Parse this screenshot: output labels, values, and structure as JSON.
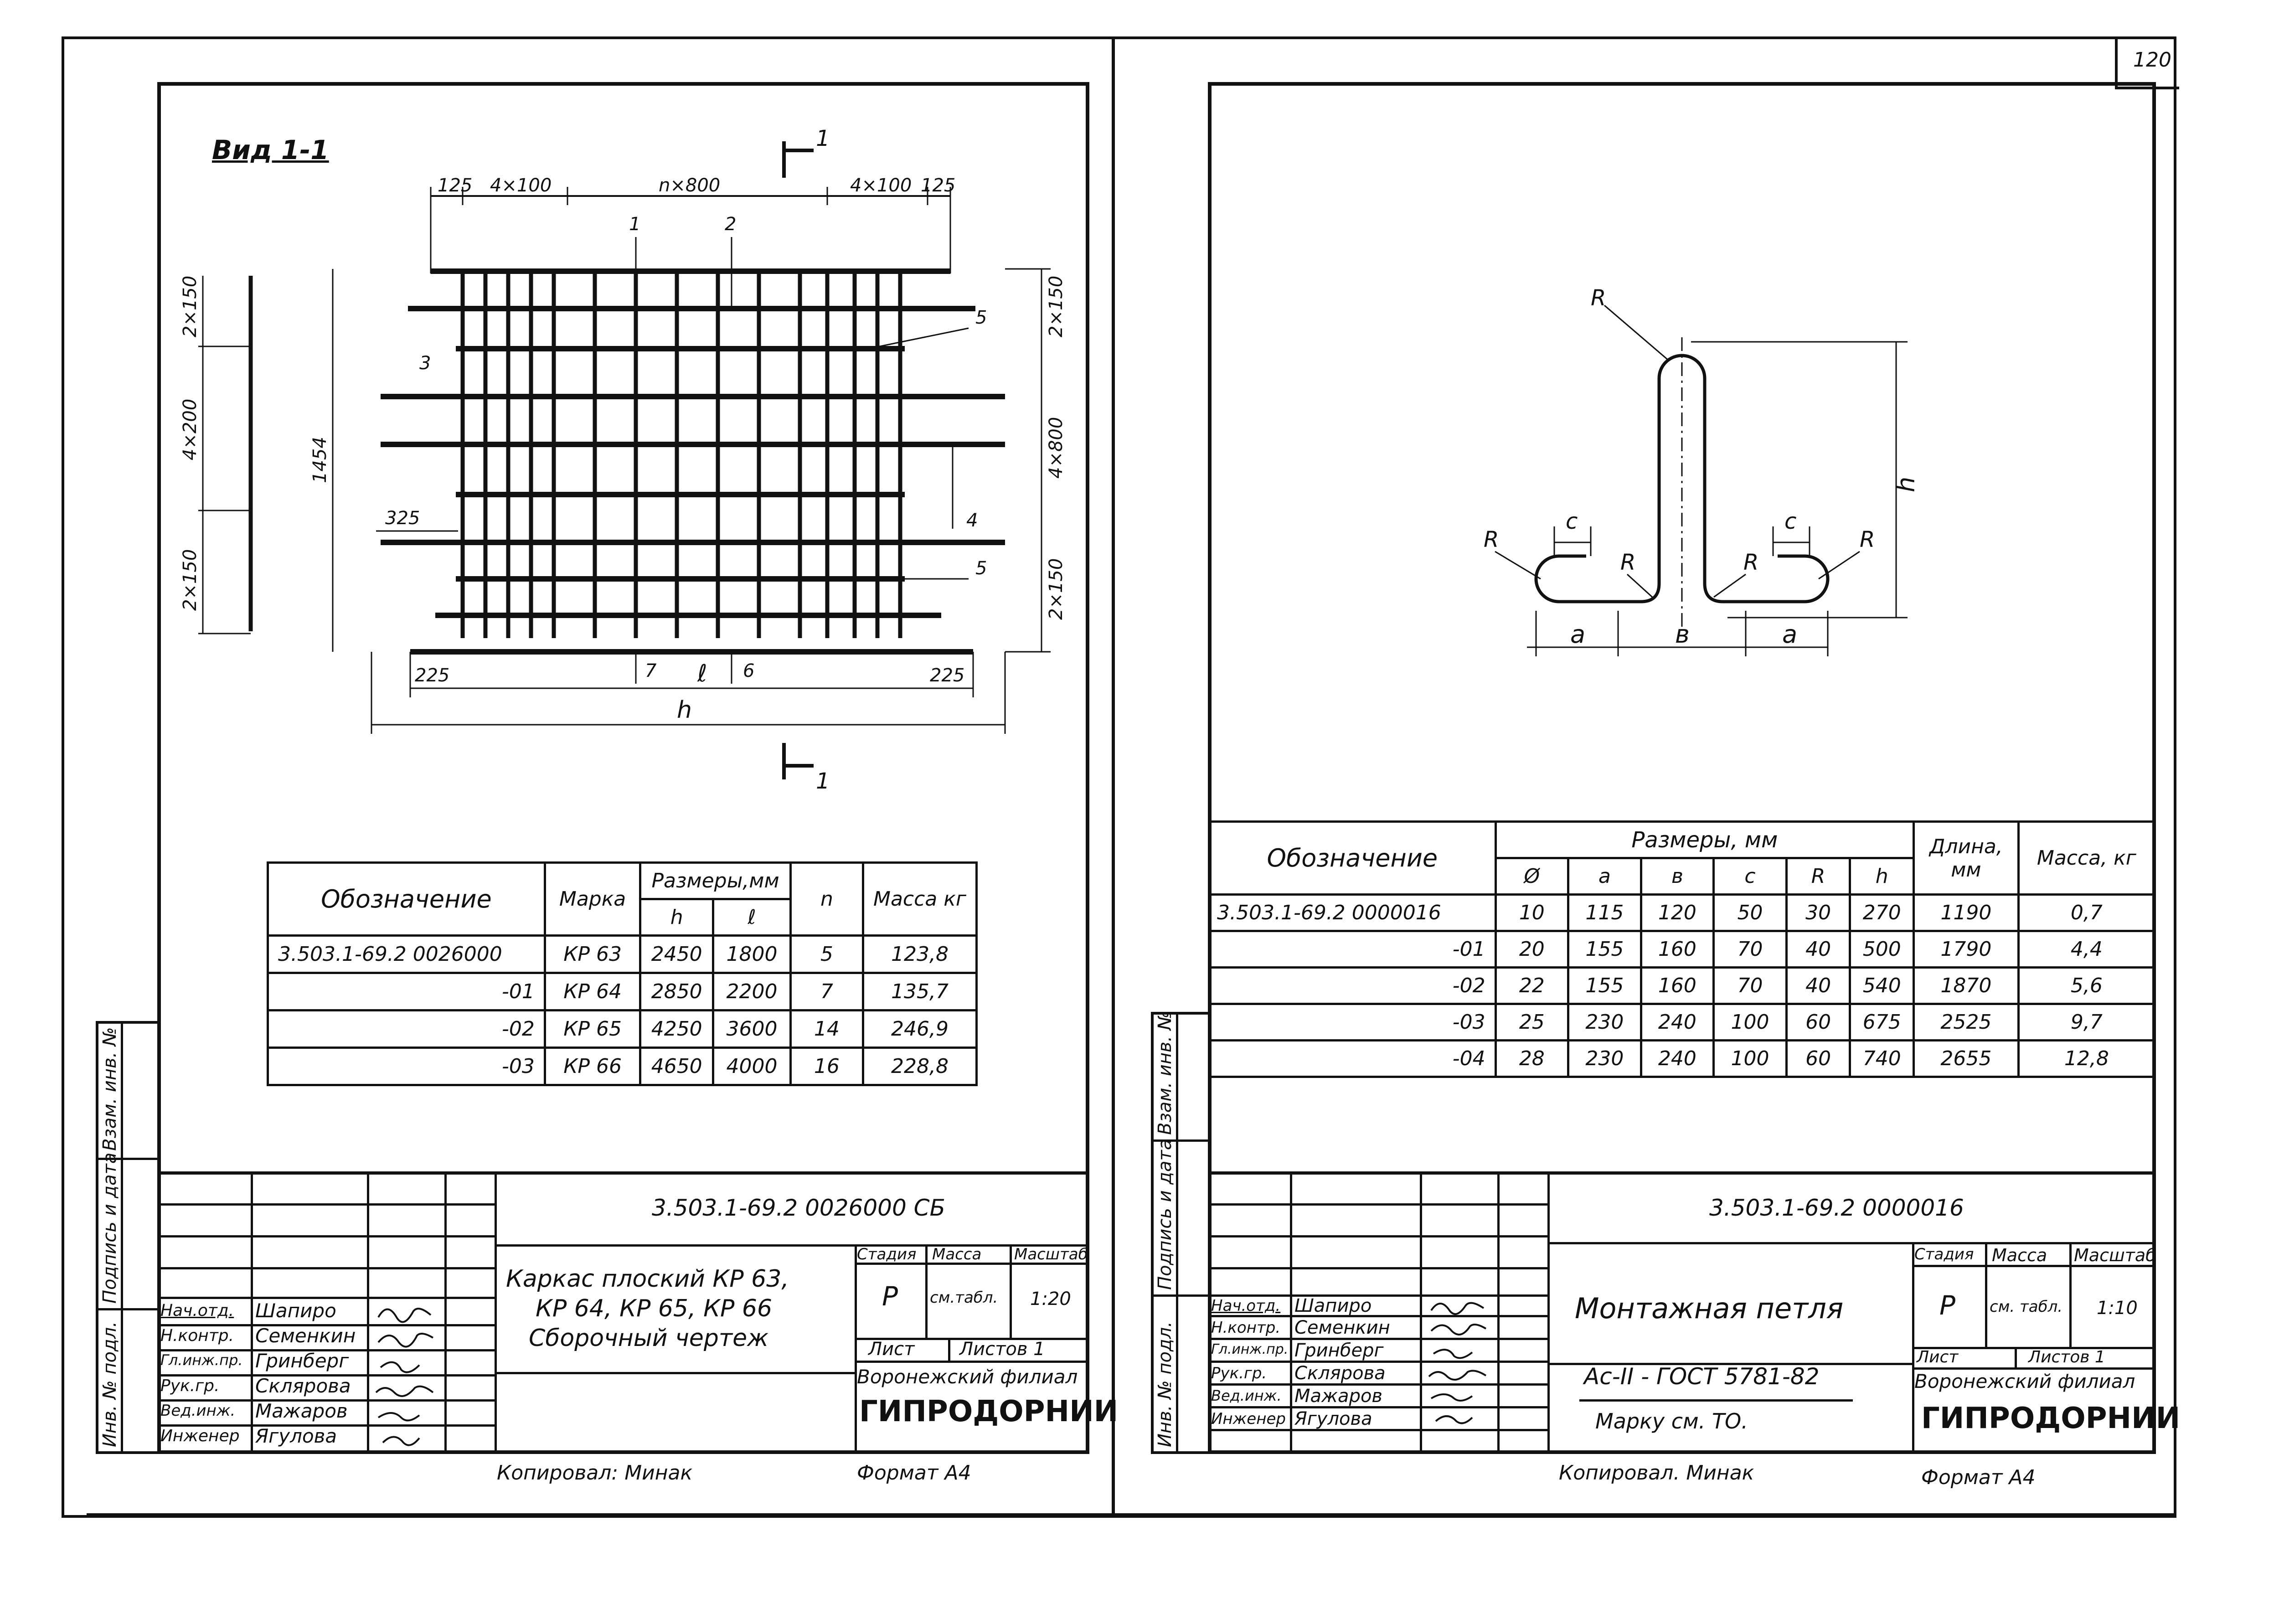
{
  "page_number": "120",
  "left": {
    "view_label": "Вид 1-1",
    "section_mark": "1",
    "dims": {
      "top": [
        "125",
        "4×100",
        "n×800",
        "4×100",
        "125"
      ],
      "left_side": [
        "2×150",
        "4×200",
        "2×150"
      ],
      "overall_height": "1454",
      "right_side": [
        "2×150",
        "4×800",
        "2×150"
      ],
      "inner_left": "325",
      "bottom": [
        "225",
        "ℓ",
        "225"
      ],
      "total": "h"
    },
    "callouts": [
      "1",
      "2",
      "3",
      "4",
      "5",
      "5",
      "6",
      "7"
    ],
    "table": {
      "h_oboz": "Обозначение",
      "h_marka": "Марка",
      "h_sizes": "Размеры,мм",
      "h_h": "h",
      "h_l": "ℓ",
      "h_n": "n",
      "h_mass": "Масса кг",
      "rows": [
        {
          "oboz": "3.503.1-69.2 0026000",
          "marka": "КР 63",
          "h": "2450",
          "l": "1800",
          "n": "5",
          "mass": "123,8"
        },
        {
          "oboz": "-01",
          "marka": "КР 64",
          "h": "2850",
          "l": "2200",
          "n": "7",
          "mass": "135,7"
        },
        {
          "oboz": "-02",
          "marka": "КР 65",
          "h": "4250",
          "l": "3600",
          "n": "14",
          "mass": "246,9"
        },
        {
          "oboz": "-03",
          "marka": "КР 66",
          "h": "4650",
          "l": "4000",
          "n": "16",
          "mass": "228,8"
        }
      ]
    },
    "stamp": {
      "code": "3.503.1-69.2 0026000 СБ",
      "title": [
        "Каркас плоский КР 63,",
        "КР 64, КР 65, КР 66",
        "Сборочный чертеж"
      ],
      "roles": [
        "Нач.отд.",
        "Н.контр.",
        "Гл.инж.пр.",
        "Рук.гр.",
        "Вед.инж.",
        "Инженер"
      ],
      "names": [
        "Шапиро",
        "Семенкин",
        "Гринберг",
        "Склярова",
        "Мажаров",
        "Ягулова"
      ],
      "h_stage": "Стадия",
      "h_mass": "Масса",
      "h_scale": "Масштаб",
      "stage": "Р",
      "mass": "см.табл.",
      "scale": "1:20",
      "sheet": "Лист",
      "sheets": "Листов 1",
      "org1": "Воронежский филиал",
      "org2": "ГИПРОДОРНИИ",
      "copied": "Копировал: Минак",
      "format": "Формат А4"
    },
    "side": [
      "Инв. № подл.",
      "Подпись и дата",
      "Взам. инв. №"
    ]
  },
  "right": {
    "labels": {
      "R": "R",
      "c": "c",
      "a": "a",
      "b": "в",
      "h": "h"
    },
    "table": {
      "h_oboz": "Обозначение",
      "h_sizes": "Размеры, мм",
      "cols": [
        "Ø",
        "a",
        "в",
        "c",
        "R",
        "h"
      ],
      "h_len": "Длина, мм",
      "h_mass": "Масса, кг",
      "rows": [
        {
          "oboz": "3.503.1-69.2 0000016",
          "d": "10",
          "a": "115",
          "b": "120",
          "c": "50",
          "r": "30",
          "h": "270",
          "len": "1190",
          "mass": "0,7"
        },
        {
          "oboz": "-01",
          "d": "20",
          "a": "155",
          "b": "160",
          "c": "70",
          "r": "40",
          "h": "500",
          "len": "1790",
          "mass": "4,4"
        },
        {
          "oboz": "-02",
          "d": "22",
          "a": "155",
          "b": "160",
          "c": "70",
          "r": "40",
          "h": "540",
          "len": "1870",
          "mass": "5,6"
        },
        {
          "oboz": "-03",
          "d": "25",
          "a": "230",
          "b": "240",
          "c": "100",
          "r": "60",
          "h": "675",
          "len": "2525",
          "mass": "9,7"
        },
        {
          "oboz": "-04",
          "d": "28",
          "a": "230",
          "b": "240",
          "c": "100",
          "r": "60",
          "h": "740",
          "len": "2655",
          "mass": "12,8"
        }
      ]
    },
    "stamp": {
      "code": "3.503.1-69.2 0000016",
      "title": "Монтажная петля",
      "material": "Ас-II - ГОСТ 5781-82",
      "note": "Марку см. ТО.",
      "roles": [
        "Нач.отд.",
        "Н.контр.",
        "Гл.инж.пр.",
        "Рук.гр.",
        "Вед.инж.",
        "Инженер"
      ],
      "names": [
        "Шапиро",
        "Семенкин",
        "Гринберг",
        "Склярова",
        "Мажаров",
        "Ягулова"
      ],
      "h_stage": "Стадия",
      "h_mass": "Масса",
      "h_scale": "Масштаб",
      "stage": "Р",
      "mass": "см. табл.",
      "scale": "1:10",
      "sheet": "Лист",
      "sheets": "Листов 1",
      "org1": "Воронежский филиал",
      "org2": "ГИПРОДОРНИИ",
      "copied": "Копировал. Минак",
      "format": "Формат А4"
    },
    "side": [
      "Инв. № подл.",
      "Подпись и дата",
      "Взам. инв. №"
    ]
  }
}
